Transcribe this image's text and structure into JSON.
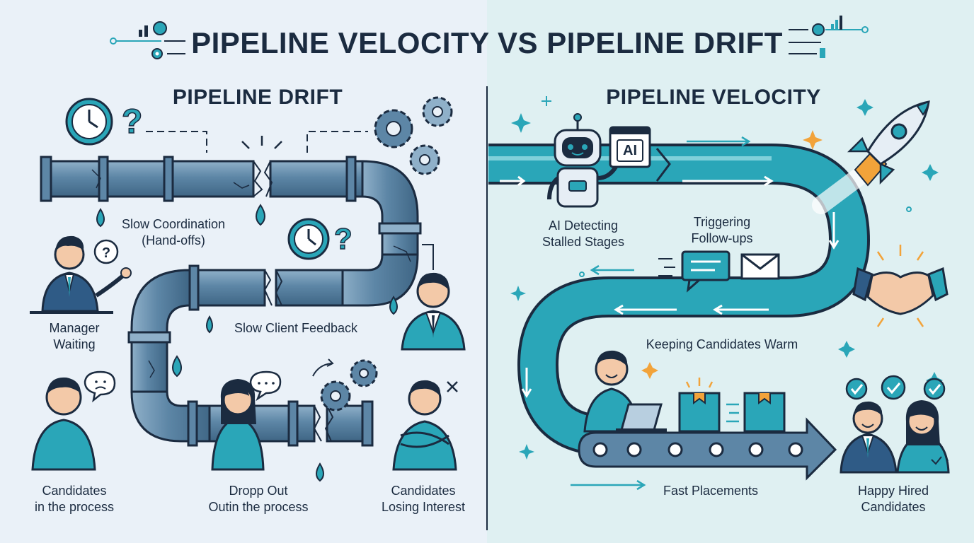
{
  "title": "PIPELINE VELOCITY VS PIPELINE DRIFT",
  "drift": {
    "heading": "PIPELINE DRIFT",
    "labels": {
      "slow_coordination_1": "Slow Coordination",
      "slow_coordination_2": "(Hand-offs)",
      "manager_1": "Manager",
      "manager_2": "Waiting",
      "slow_client_feedback": "Slow Client Feedback",
      "candidates_1": "Candidates",
      "candidates_2": "in the process",
      "dropout_1": "Dropp Out",
      "dropout_2": "Outin the process",
      "losing_1": "Candidates",
      "losing_2": "Losing Interest"
    }
  },
  "velocity": {
    "heading": "PIPELINE VELOCITY",
    "ai_badge": "AI",
    "labels": {
      "ai_detect_1": "AI Detecting",
      "ai_detect_2": "Stalled Stages",
      "trigger_1": "Triggering",
      "trigger_2": "Follow-ups",
      "warm": "Keeping Candidates Warm",
      "fast": "Fast Placements",
      "happy_1": "Happy Hired",
      "happy_2": "Candidates"
    }
  },
  "colors": {
    "navy": "#1b2b40",
    "pipe_blue": "#5d86a6",
    "teal": "#2aa6b8",
    "left_bg": "#eaf1f8",
    "right_bg": "#dff0f2",
    "accent_orange": "#f2a33a"
  },
  "icons": [
    "chart-icon",
    "gear-icon",
    "clock-icon",
    "question-icon",
    "water-drop-icon",
    "robot-icon",
    "rocket-icon",
    "handshake-icon",
    "envelope-icon",
    "chat-bubble-icon",
    "laptop-icon",
    "box-icon",
    "checkmark-icon",
    "sparkle-icon"
  ]
}
